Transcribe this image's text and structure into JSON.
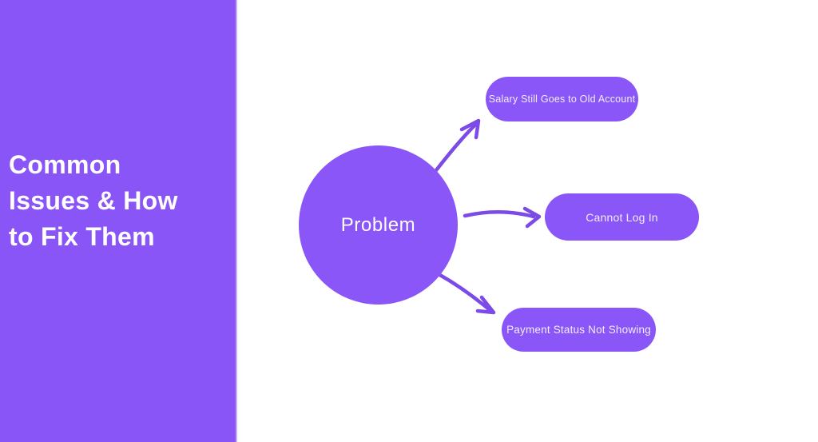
{
  "slide": {
    "sidebar_title": "Common Issues & How to Fix Them"
  },
  "diagram": {
    "center_node_label": "Problem",
    "branches": [
      {
        "label": "Salary Still Goes to Old Account"
      },
      {
        "label": "Cannot Log In"
      },
      {
        "label": "Payment Status Not Showing"
      }
    ]
  },
  "colors": {
    "purple": "#8A56F7",
    "sidebar_purple": "#8A55F6",
    "arrow_purple": "#7C4AE6",
    "background": "#FFFFFF",
    "text_on_purple": "#FFFFFF"
  }
}
